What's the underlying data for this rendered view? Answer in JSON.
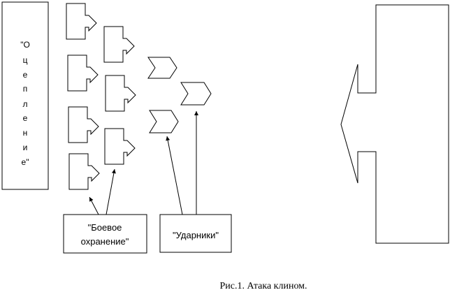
{
  "left_panel": {
    "label_chars": [
      "\"О",
      "ц",
      "е",
      "п",
      "л",
      "е",
      "н",
      "и",
      "е\""
    ]
  },
  "labels": {
    "guard_line1": "\"Боевое",
    "guard_line2": "охранение\"",
    "strikers": "\"Ударники\""
  },
  "caption": "Рис.1. Атака клином.",
  "colors": {
    "stroke": "#000000",
    "background": "#ffffff"
  }
}
